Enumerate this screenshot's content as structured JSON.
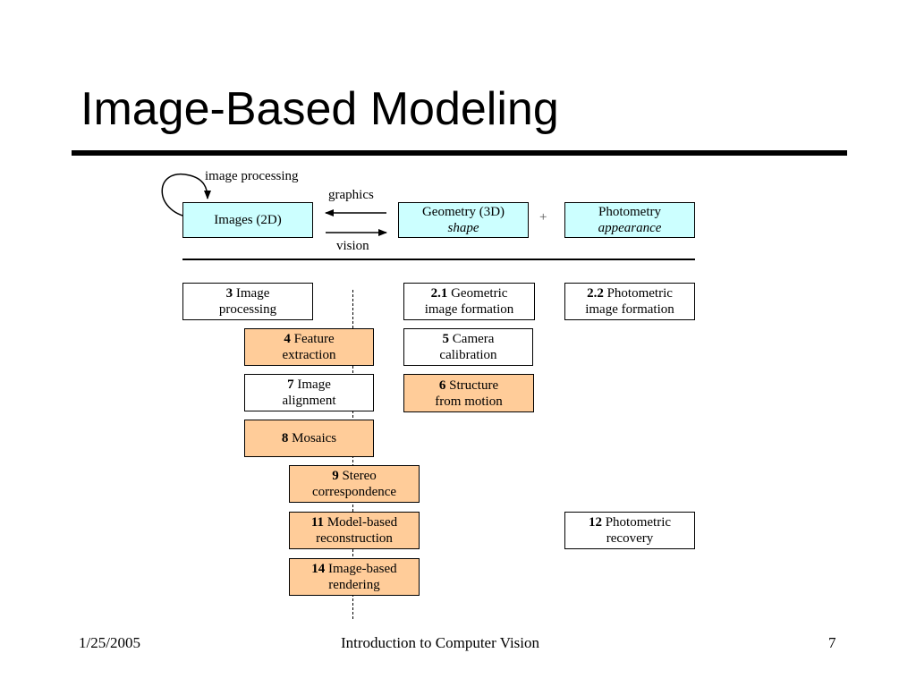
{
  "slide": {
    "title": "Image-Based Modeling",
    "footer_date": "1/25/2005",
    "footer_center": "Introduction to Computer Vision",
    "page_number": "7"
  },
  "top_diagram": {
    "loop_label": "image processing",
    "graphics_label": "graphics",
    "vision_label": "vision",
    "plus_sign": "+",
    "images_box": "Images (2D)",
    "geometry_box": {
      "line1": "Geometry (3D)",
      "line2": "shape"
    },
    "photometry_box": {
      "line1": "Photometry",
      "line2": "appearance"
    }
  },
  "boxes": {
    "image_processing": {
      "num": "3",
      "line1": " Image",
      "line2": "processing"
    },
    "geometric_formation": {
      "num": "2.1",
      "line1": " Geometric",
      "line2": "image formation"
    },
    "photometric_formation": {
      "num": "2.2",
      "line1": " Photometric",
      "line2": "image formation"
    },
    "feature_extraction": {
      "num": "4",
      "line1": " Feature",
      "line2": "extraction"
    },
    "camera_calibration": {
      "num": "5",
      "line1": " Camera",
      "line2": "calibration"
    },
    "image_alignment": {
      "num": "7",
      "line1": " Image",
      "line2": "alignment"
    },
    "structure_motion": {
      "num": "6",
      "line1": " Structure",
      "line2": "from motion"
    },
    "mosaics": {
      "num": "8",
      "line1": " Mosaics"
    },
    "stereo": {
      "num": "9",
      "line1": " Stereo",
      "line2": "correspondence"
    },
    "model_based": {
      "num": "11",
      "line1": " Model-based",
      "line2": "reconstruction"
    },
    "photometric_recovery": {
      "num": "12",
      "line1": " Photometric",
      "line2": "recovery"
    },
    "image_based_rendering": {
      "num": "14",
      "line1": " Image-based",
      "line2": "rendering"
    }
  },
  "colors": {
    "cyan_box": "#ccffff",
    "orange_box": "#ffcc99"
  }
}
